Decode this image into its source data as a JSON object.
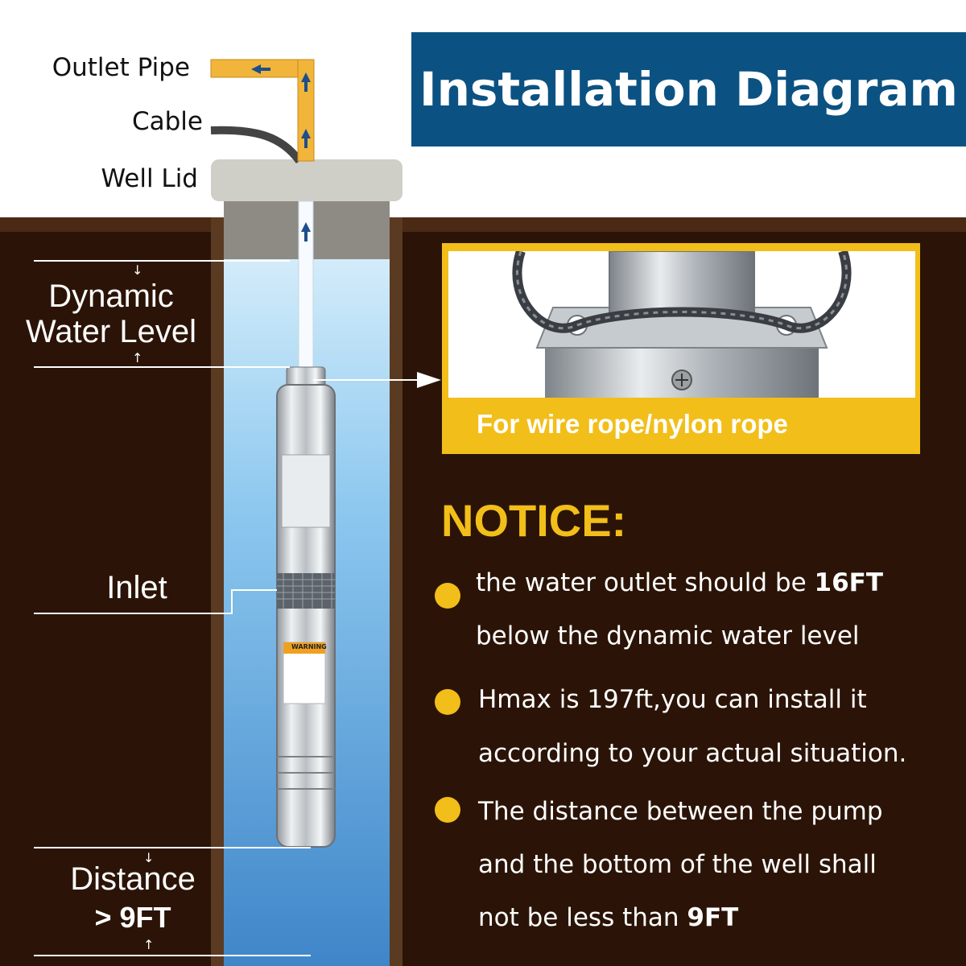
{
  "banner": {
    "title": "Installation Diagram"
  },
  "labels": {
    "outlet_pipe": "Outlet Pipe",
    "cable": "Cable",
    "well_lid": "Well Lid",
    "dynamic_water_level_1": "Dynamic",
    "dynamic_water_level_2": "Water Level",
    "inlet": "Inlet",
    "distance_1": "Distance",
    "distance_2": "> 9FT"
  },
  "inset": {
    "caption": "For wire rope/nylon rope"
  },
  "notice": {
    "title": "NOTICE:",
    "items": [
      {
        "line1_pre": "the water outlet should be ",
        "line1_bold": "16FT",
        "line2": "below the dynamic water level"
      },
      {
        "line1": "Hmax is 197ft,you can install it",
        "line2": "according to your actual situation."
      },
      {
        "line1": "The distance between the pump",
        "line2": "and the bottom of the well shall",
        "line3_pre": "not be less than ",
        "line3_bold": "9FT"
      }
    ]
  },
  "pump_label": {
    "warning": "WARNING"
  },
  "colors": {
    "banner": "#0b5283",
    "accent": "#f2be19",
    "soil": "#2b1407",
    "pipe": "#f0b53a"
  }
}
